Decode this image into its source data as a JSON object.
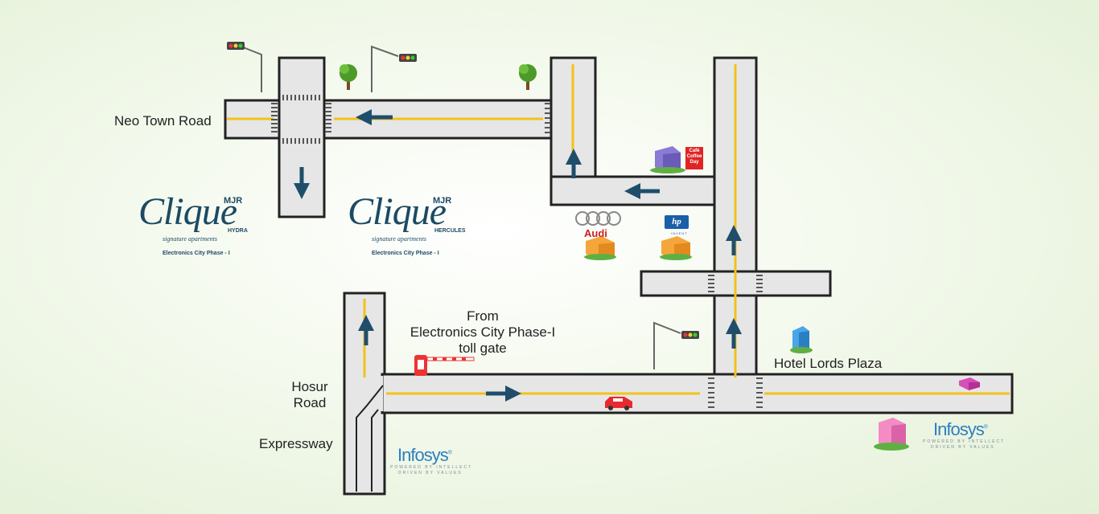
{
  "labels": {
    "neo_town_road": "Neo Town Road",
    "from_line1": "From",
    "from_line2": "Electronics City Phase-I",
    "from_line3": "toll gate",
    "hosur_line1": "Hosur",
    "hosur_line2": "Road",
    "expressway": "Expressway",
    "hotel_lords_plaza": "Hotel Lords Plaza"
  },
  "brands": {
    "hydra": {
      "mjr": "MJR",
      "name": "Clique",
      "variant": "HYDRA",
      "tagline": "signature apartments",
      "location": "Electronics City Phase - I"
    },
    "hercules": {
      "mjr": "MJR",
      "name": "Clique",
      "variant": "HERCULES",
      "tagline": "signature apartments",
      "location": "Electronics City Phase - I"
    },
    "audi": "Audi",
    "hp": "hp",
    "hp_tag": "INVENT",
    "ccd": "Café Coffee Day",
    "infosys_left": {
      "name": "Infosys",
      "tag1": "POWERED BY INTELLECT",
      "tag2": "DRIVEN BY VALUES"
    },
    "infosys_right": {
      "name": "Infosys",
      "tag1": "POWERED BY INTELLECT",
      "tag2": "DRIVEN BY VALUES"
    }
  },
  "colors": {
    "road": "#e6e6e6",
    "road_edge": "#222222",
    "center_line": "#f2c21a",
    "arrow": "#1f4e6b",
    "brand_blue": "#1c4a63",
    "infosys_blue": "#2d7fc0"
  },
  "icons": [
    "traffic-light-icon",
    "tree-icon",
    "arrow-icon",
    "building-icon",
    "toll-gate-icon",
    "car-icon"
  ]
}
